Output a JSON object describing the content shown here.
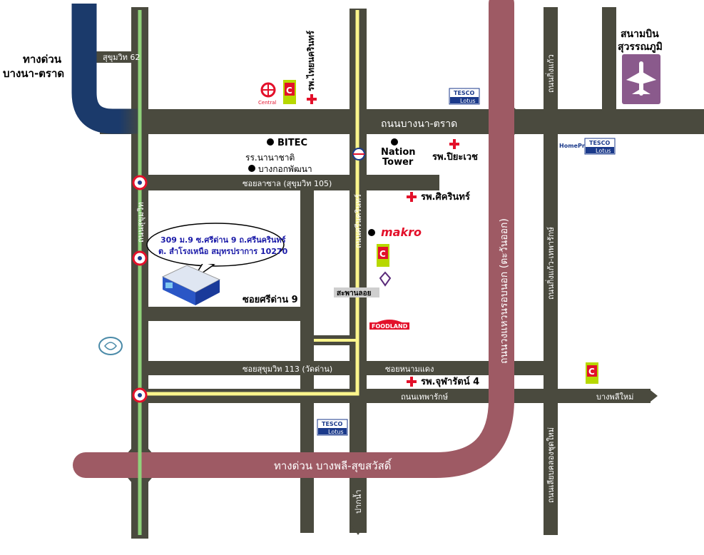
{
  "labels": {
    "expressway_bangna": "ทางด่วน\nบางนา-ตราด",
    "sukhumvit62": "สุขุมวิท 62",
    "bangna_trad_road": "ถนนบางนา-ตราด",
    "airport": "สนามบิน\nสุวรรณภูมิ",
    "king_kaew_road": "ถนนกิ่งแก้ว",
    "king_kaew_thepharak": "ถนนกิ่งแก้ว-เทพารักษ์",
    "thai_nakarin_hospital": "รพ.ไทยนครินทร์",
    "bitec": "BITEC",
    "nation_tower": "Nation\nTower",
    "piyavate": "รพ.ปิยะเวช",
    "intl_school": "รร.นานาชาติ",
    "bangkok_pattana": "บางกอกพัฒนา",
    "soi_lasalle": "ซอยลาซาล (สุขุมวิท 105)",
    "sikarin": "รพ.ศิครินทร์",
    "sukhumvit_road": "ถนนสุขุมวิท",
    "srinakarin_road": "ถนนศรีนครินทร์",
    "makro": "makro",
    "address": "309 ม.9 ซ.ศรีด่าน 9 ถ.ศรีนครินทร์\nต. สำโรงเหนือ สมุทรปราการ 10270",
    "soi_sridan9": "ซอยศรีด่าน 9",
    "saphan_loi": "สะพานลอย",
    "uturn": "U-Turn",
    "foodland": "FOODLAND",
    "outer_ring": "ถนนวงแหวนรอบนอก (ตะวันออก)",
    "soi_sukhumvit113": "ซอยสุขุมวิท 113 (วัดด่าน)",
    "soi_nongmangdaeng": "ซอยหนามแดง",
    "chularat": "รพ.จุฬารัตน์ 4",
    "thepharak_road": "ถนนเทพารักษ์",
    "bangplee_mai": "บางพลีใหม่",
    "expressway_bangplee": "ทางด่วน บางพลี-สุขสวัสดิ์",
    "pak_nam": "ปากน้ำ",
    "kingkaew_khlong": "ถนนเลียบคลองชุดใหม่",
    "central": "Central",
    "tesco": "TESCO",
    "lotus": "Lotus",
    "homepro": "HomePro",
    "bigc": "Big C"
  },
  "colors": {
    "road": "#4a4a3e",
    "expressway_blue": "#1b3a6b",
    "ring_road": "#9e5a64",
    "route_yellow": "#fbf58c",
    "route_green": "#8fd17a",
    "airport_bg": "#8a5a8c",
    "hospital_red": "#e3102a",
    "address_text": "#1a1aa8"
  }
}
